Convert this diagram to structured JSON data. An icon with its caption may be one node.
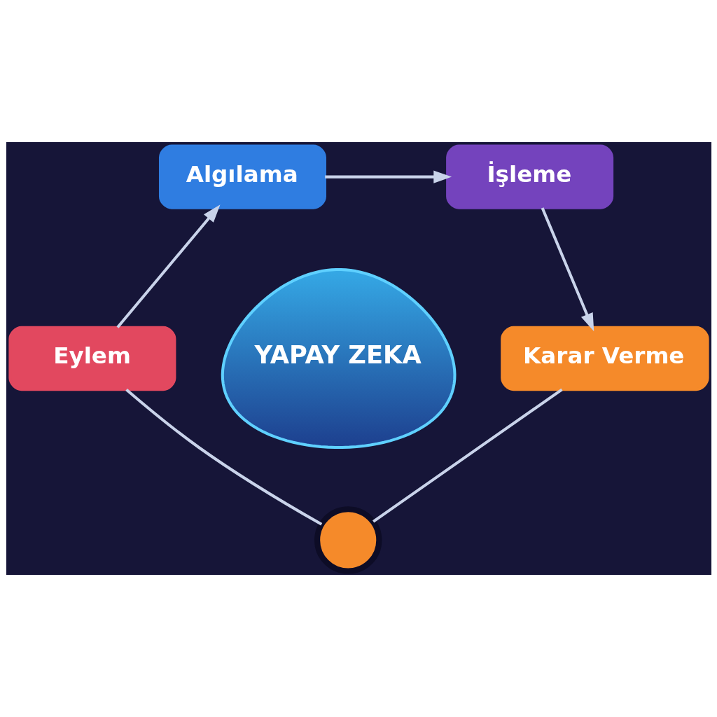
{
  "diagram": {
    "nodes": [
      {
        "text": [
          "Algılama"
        ]
      },
      {
        "text": [
          "İşleme"
        ]
      },
      {
        "text": [
          "Karar Verme"
        ]
      },
      {
        "text": [
          "Eylem"
        ]
      },
      {
        "text": [
          "YAPAY ZEKA"
        ]
      },
      {
        "text": [],
        "shape": "circle"
      }
    ],
    "edges": [
      {
        "from": 0,
        "to": 1,
        "arrow": "to"
      },
      {
        "from": 1,
        "to": 2,
        "arrow": "to"
      },
      {
        "from": 2,
        "to": 5,
        "arrow": "none"
      },
      {
        "from": 5,
        "to": 3,
        "arrow": "none"
      },
      {
        "from": 3,
        "to": 0,
        "arrow": "to"
      }
    ]
  }
}
